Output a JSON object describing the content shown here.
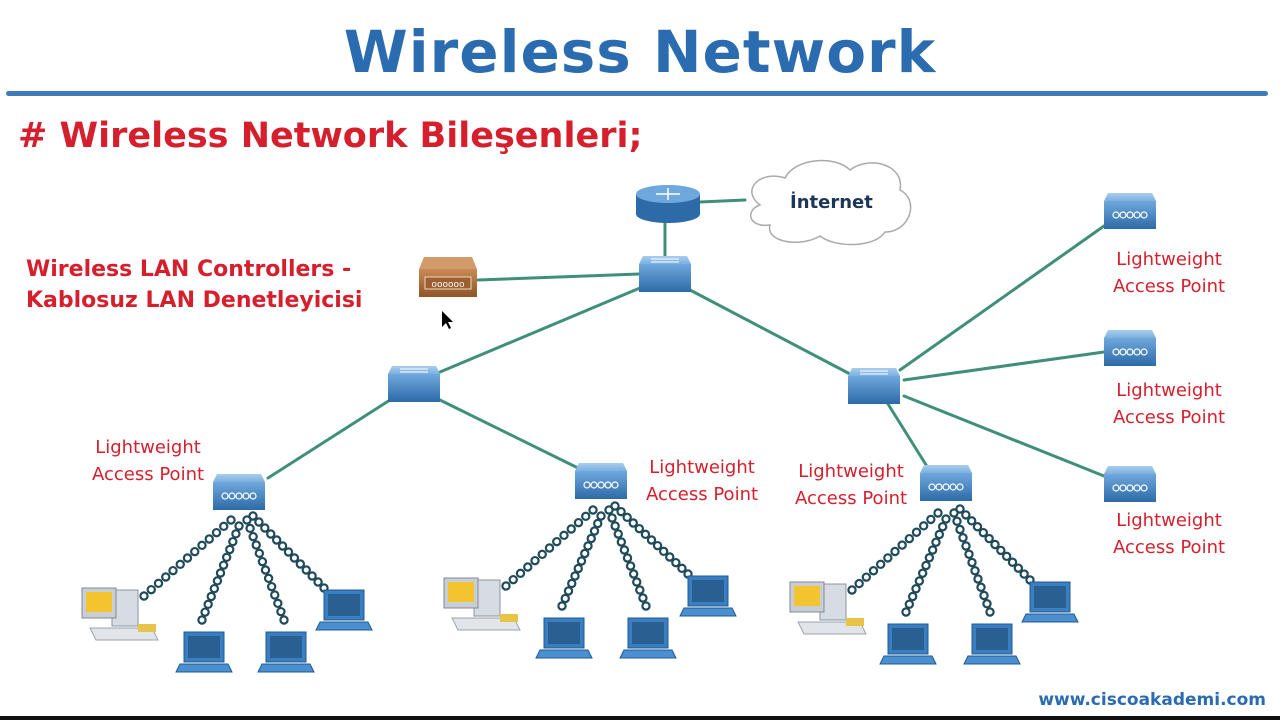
{
  "header": {
    "title": "Wireless Network",
    "subtitle": "# Wireless Network Bileşenleri;"
  },
  "wlc": {
    "label_line1": "Wireless LAN Controllers -",
    "label_line2": "Kablosuz LAN Denetleyicisi",
    "icon": "wireless-lan-controller-icon"
  },
  "internet": {
    "label": "İnternet",
    "icon": "cloud-icon"
  },
  "access_point_label": {
    "line1": "Lightweight",
    "line2": "Access Point"
  },
  "access_points": [
    {
      "id": "ap-left",
      "line1": "Lightweight",
      "line2": "Access Point"
    },
    {
      "id": "ap-middle",
      "line1": "Lightweight",
      "line2": "Access Point"
    },
    {
      "id": "ap-right-bottom",
      "line1": "Lightweight",
      "line2": "Access Point"
    },
    {
      "id": "ap-far-right-1",
      "line1": "Lightweight",
      "line2": "Access Point"
    },
    {
      "id": "ap-far-right-2",
      "line1": "Lightweight",
      "line2": "Access Point"
    },
    {
      "id": "ap-far-right-3",
      "line1": "Lightweight",
      "line2": "Access Point"
    }
  ],
  "devices": {
    "router": "router-icon",
    "core_switch": "switch-icon",
    "distribution_switches": [
      "switch-icon",
      "switch-icon"
    ],
    "clients_per_ap": [
      "desktop-pc-icon",
      "laptop-icon",
      "laptop-icon",
      "laptop-icon"
    ]
  },
  "colors": {
    "title_blue": "#2b6cb0",
    "label_red": "#d61f2c",
    "link_green": "#3f8f7a",
    "device_blue": "#3a7fc1",
    "wlc_brown": "#b0713e",
    "wireless_chain": "#1f4a5a"
  },
  "footer": {
    "url": "www.ciscoakademi.com"
  }
}
